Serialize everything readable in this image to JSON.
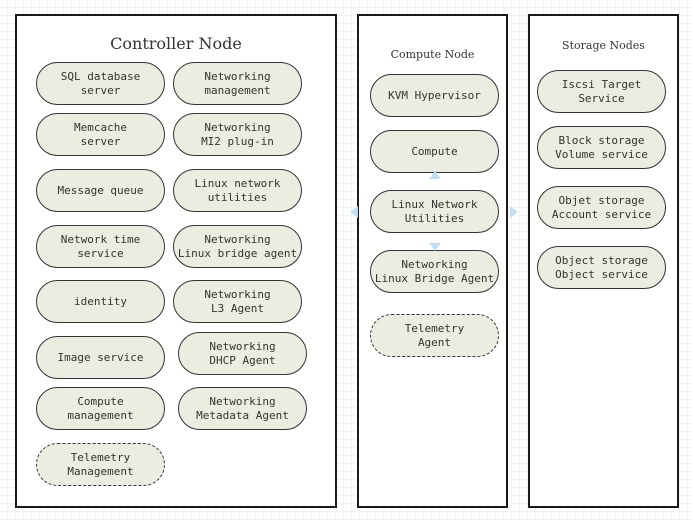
{
  "panels": {
    "controller": {
      "title": "Controller Node",
      "nodes": [
        {
          "lines": [
            "SQL database",
            "server"
          ]
        },
        {
          "lines": [
            "Networking",
            "management"
          ]
        },
        {
          "lines": [
            "Memcache",
            "server"
          ]
        },
        {
          "lines": [
            "Networking",
            "MI2 plug-in"
          ]
        },
        {
          "lines": [
            "Message queue"
          ]
        },
        {
          "lines": [
            "Linux network",
            "utilities"
          ]
        },
        {
          "lines": [
            "Network time",
            "service"
          ]
        },
        {
          "lines": [
            "Networking",
            "Linux bridge agent"
          ]
        },
        {
          "lines": [
            "identity"
          ]
        },
        {
          "lines": [
            "Networking",
            "L3 Agent"
          ]
        },
        {
          "lines": [
            "Image service"
          ]
        },
        {
          "lines": [
            "Networking",
            "DHCP Agent"
          ]
        },
        {
          "lines": [
            "Compute",
            "management"
          ]
        },
        {
          "lines": [
            "Networking",
            "Metadata Agent"
          ]
        },
        {
          "lines": [
            "Telemetry",
            "Management"
          ],
          "dashed": true
        }
      ]
    },
    "compute": {
      "title": "Compute Node",
      "nodes": [
        {
          "lines": [
            "KVM Hypervisor"
          ]
        },
        {
          "lines": [
            "Compute"
          ]
        },
        {
          "lines": [
            "Linux Network",
            "Utilities"
          ]
        },
        {
          "lines": [
            "Networking",
            "Linux Bridge Agent"
          ]
        },
        {
          "lines": [
            "Telemetry",
            "Agent"
          ],
          "dashed": true
        }
      ]
    },
    "storage": {
      "title": "Storage Nodes",
      "nodes": [
        {
          "lines": [
            "Iscsi Target",
            "Service"
          ]
        },
        {
          "lines": [
            "Block storage",
            "Volume service"
          ]
        },
        {
          "lines": [
            "Objet storage",
            "Account service"
          ]
        },
        {
          "lines": [
            "Object storage",
            "Object service"
          ]
        }
      ]
    }
  },
  "colors": {
    "node_fill": "#ebede0",
    "node_border": "#333333",
    "panel_border": "#1a1a1a",
    "arrow": "#bfe0f2"
  }
}
